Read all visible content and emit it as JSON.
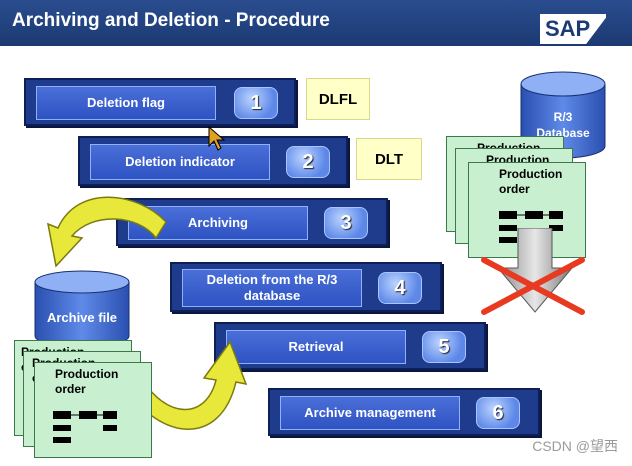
{
  "title": "Archiving and Deletion - Procedure",
  "logo": "SAP",
  "steps": [
    {
      "label": "Deletion flag",
      "number": "1"
    },
    {
      "label": "Deletion indicator",
      "number": "2"
    },
    {
      "label": "Archiving",
      "number": "3"
    },
    {
      "label": "Deletion from the R/3 database",
      "number": "4"
    },
    {
      "label": "Retrieval",
      "number": "5"
    },
    {
      "label": "Archive management",
      "number": "6"
    }
  ],
  "codes": {
    "dlfl": "DLFL",
    "dlt": "DLT"
  },
  "r3_database": {
    "label_line1": "R/3",
    "label_line2": "Database"
  },
  "archive_file": {
    "label": "Archive file"
  },
  "doc_partial": {
    "line1": "Production",
    "line2": "o"
  },
  "doc_full": {
    "line1": "Production",
    "line2": "order"
  },
  "colors": {
    "header": "#1c3a73",
    "step_box": "#1f3b8c",
    "label": "#3d62cf",
    "code_bg": "#ffffc8",
    "doc_bg": "#c8f0d0",
    "cylinder": "#3a66d0",
    "arrow": "#e8e83a",
    "cross": "#e83a20"
  },
  "watermark": "CSDN @望西"
}
